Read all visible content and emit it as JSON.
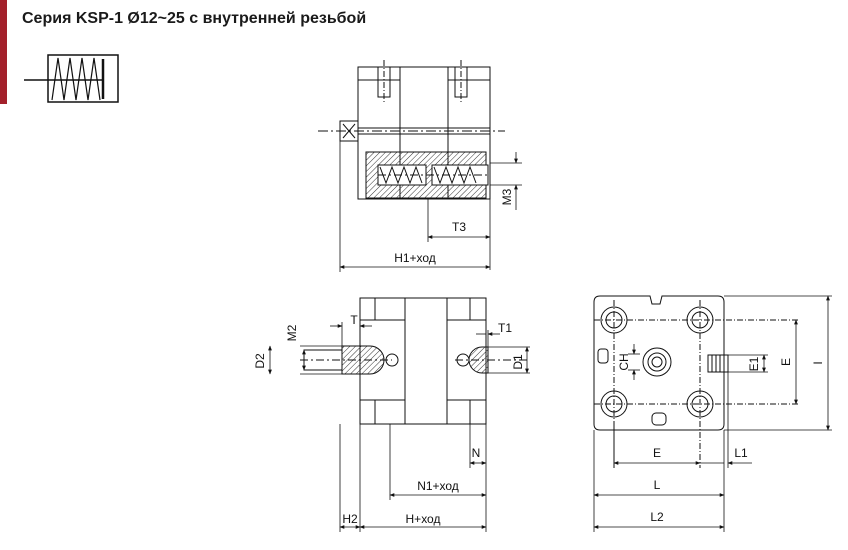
{
  "header": {
    "title": "Серия KSP-1 Ø12~25 с внутренней резьбой",
    "accent_color": "#a3212b"
  },
  "symbol": {
    "icon": "spring-return-cylinder-icon"
  },
  "dimensions": {
    "m3": "M3",
    "t3": "T3",
    "h1_stroke": "H1+ход",
    "m2": "M2",
    "t": "T",
    "t1": "T1",
    "d2": "D2",
    "d1": "D1",
    "n": "N",
    "n1_stroke": "N1+ход",
    "h2": "H2",
    "h_stroke": "H+ход",
    "ch": "CH",
    "e_vertical": "E",
    "e1": "E1",
    "i": "I",
    "e_horizontal": "E",
    "l1": "L1",
    "l": "L",
    "l2": "L2"
  }
}
